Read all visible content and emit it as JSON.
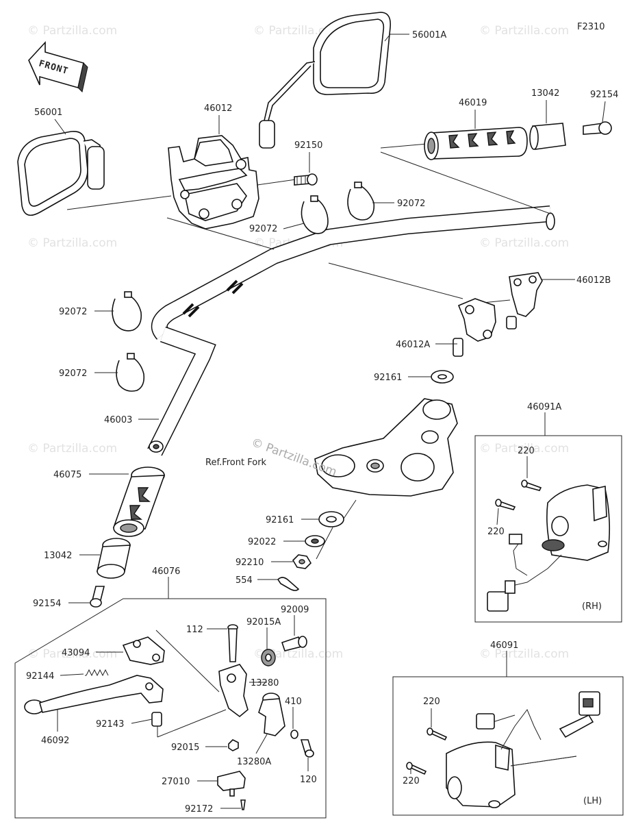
{
  "figure_code": "F2310",
  "front_arrow": "FRONT",
  "ref_text": "Ref.Front Fork",
  "watermark": "© Partzilla.com",
  "box_labels": {
    "rh": "(RH)",
    "lh": "(LH)"
  },
  "parts": {
    "p56001A": "56001A",
    "p56001": "56001",
    "p46012": "46012",
    "p92150": "92150",
    "p46019": "46019",
    "p13042_top": "13042",
    "p92154_top": "92154",
    "p92072_a": "92072",
    "p92072_b": "92072",
    "p92072_c": "92072",
    "p92072_d": "92072",
    "p46012B": "46012B",
    "p46012A": "46012A",
    "p92161_a": "92161",
    "p46003": "46003",
    "p46091A": "46091A",
    "p220_a": "220",
    "p220_b": "220",
    "p46075": "46075",
    "p92161_b": "92161",
    "p92022": "92022",
    "p92210": "92210",
    "p554": "554",
    "p13042_bot": "13042",
    "p46076": "46076",
    "p92154_bot": "92154",
    "p92009": "92009",
    "p112": "112",
    "p92015A": "92015A",
    "p43094": "43094",
    "p13280": "13280",
    "p92144": "92144",
    "p410": "410",
    "p92143": "92143",
    "p46092": "46092",
    "p92015": "92015",
    "p13280A": "13280A",
    "p120": "120",
    "p27010": "27010",
    "p92172": "92172",
    "p46091": "46091",
    "p220_c": "220",
    "p220_d": "220"
  }
}
